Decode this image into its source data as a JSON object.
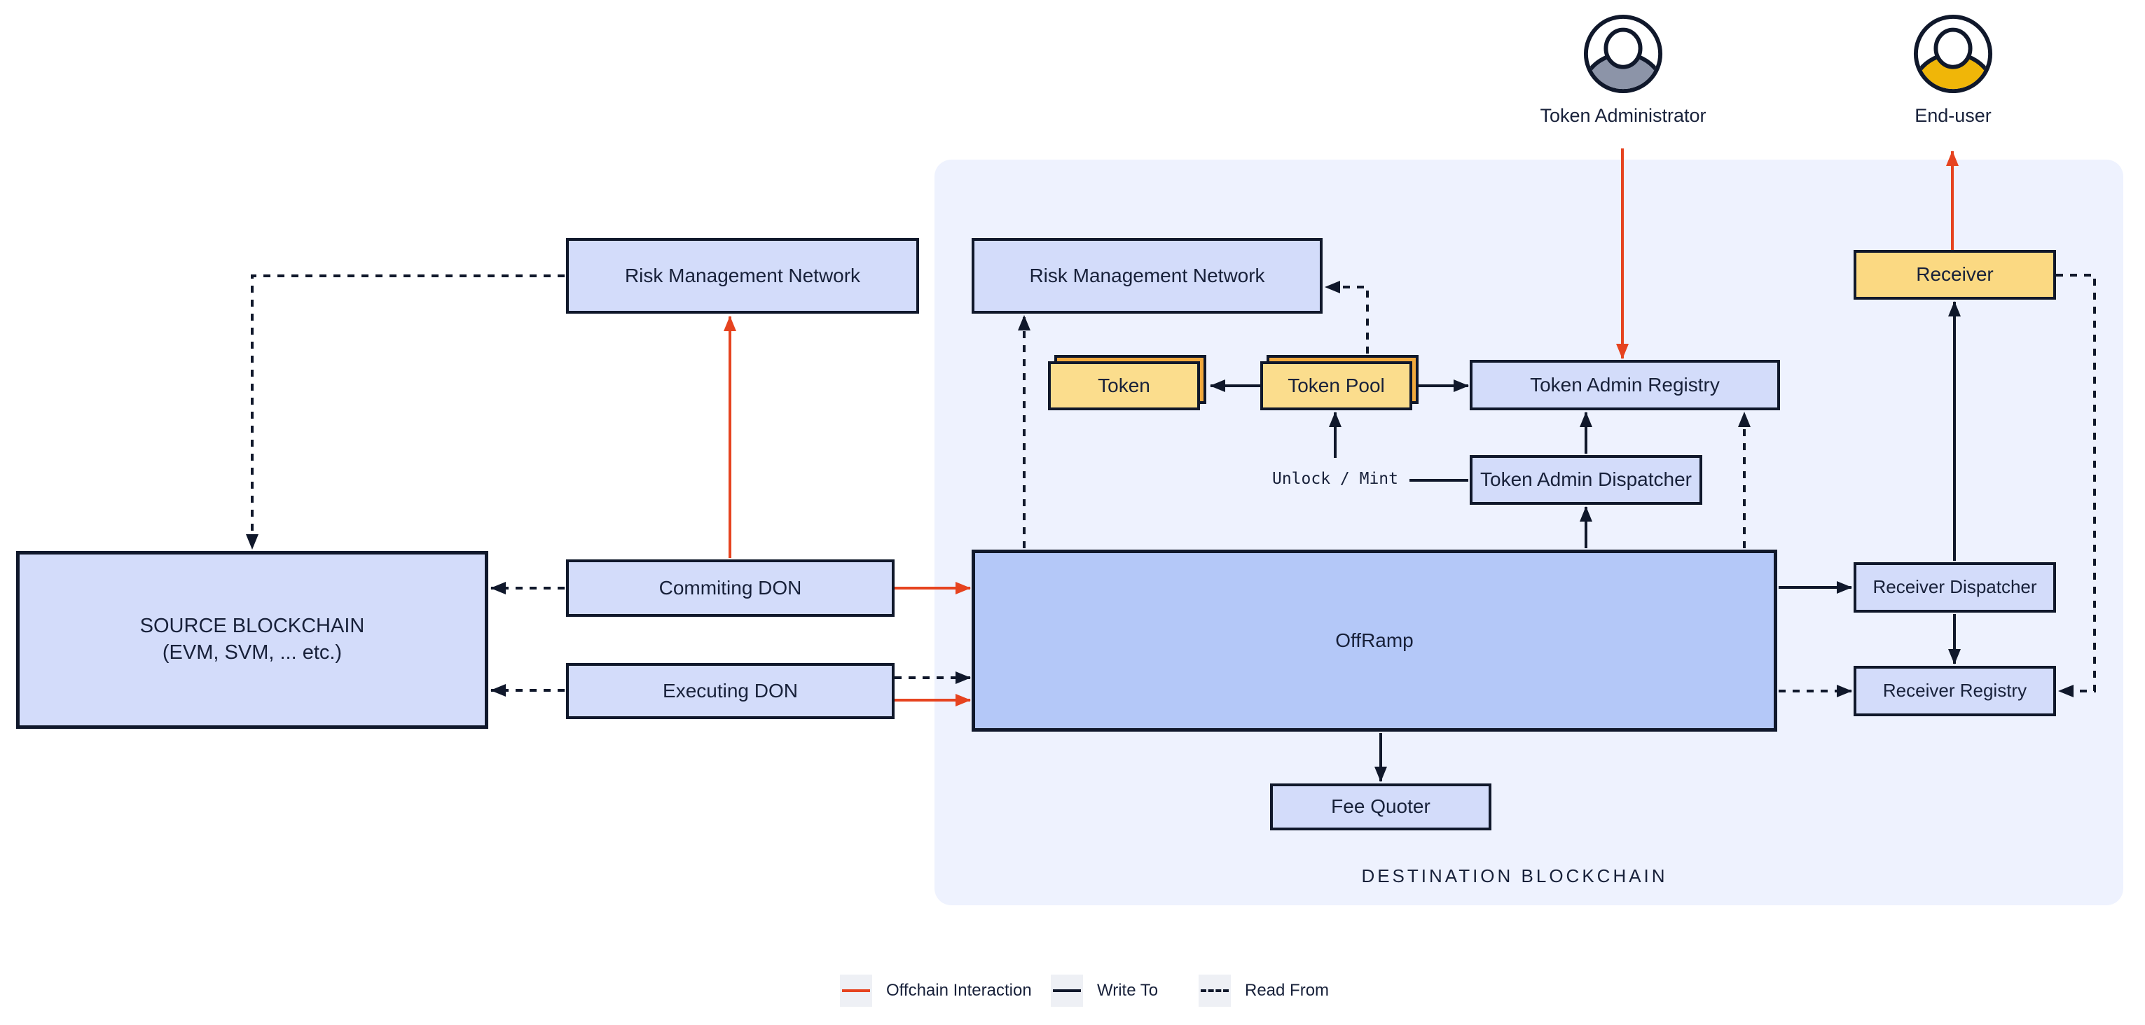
{
  "actors": {
    "token_administrator": {
      "label": "Token Administrator",
      "icon": "person-icon",
      "shoulder_color": "#8C94A8"
    },
    "end_user": {
      "label": "End-user",
      "icon": "person-icon",
      "shoulder_color": "#F0B608"
    }
  },
  "source_side": {
    "source_blockchain": {
      "label_line1": "SOURCE BLOCKCHAIN",
      "label_line2": "(EVM, SVM, ... etc.)"
    },
    "risk_management_network": {
      "label": "Risk Management Network"
    },
    "commiting_don": {
      "label": "Commiting DON"
    },
    "executing_don": {
      "label": "Executing DON"
    }
  },
  "destination_blockchain": {
    "panel_label": "DESTINATION BLOCKCHAIN",
    "risk_management_network": {
      "label": "Risk Management Network"
    },
    "token": {
      "label": "Token"
    },
    "token_pool": {
      "label": "Token Pool"
    },
    "token_admin_registry": {
      "label": "Token Admin Registry"
    },
    "token_admin_dispatcher": {
      "label": "Token Admin Dispatcher"
    },
    "unlock_mint_label": "Unlock / Mint",
    "offramp": {
      "label": "OffRamp"
    },
    "fee_quoter": {
      "label": "Fee Quoter"
    },
    "receiver": {
      "label": "Receiver"
    },
    "receiver_dispatcher": {
      "label": "Receiver Dispatcher"
    },
    "receiver_registry": {
      "label": "Receiver Registry"
    }
  },
  "legend": {
    "items": [
      {
        "label": "Offchain Interaction",
        "line_style": "solid",
        "line_color": "#E6431F"
      },
      {
        "label": "Write To",
        "line_style": "solid",
        "line_color": "#10182B"
      },
      {
        "label": "Read From",
        "line_style": "dashed",
        "line_color": "#10182B"
      }
    ]
  },
  "colors": {
    "background": "#FFFFFF",
    "destination_panel": "#EEF2FE",
    "node_fill_blue": "#D3DCFA",
    "offramp_fill": "#B4C8F8",
    "token_fill_front": "#FBDD8D",
    "token_fill_back": "#F1A93D",
    "receiver_fill": "#FBD982",
    "border": "#10182B",
    "offchain_red": "#E6431F",
    "text": "#18213A"
  }
}
